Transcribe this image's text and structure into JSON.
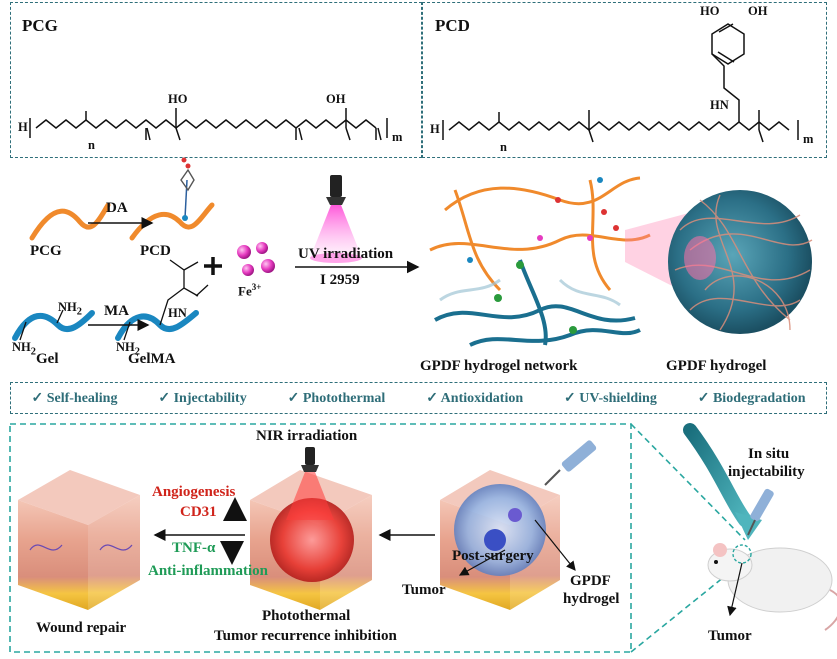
{
  "top": {
    "pcg_title": "PCG",
    "pcd_title": "PCD"
  },
  "chem": {
    "oh": "OH",
    "ho": "HO",
    "ho2": "HO",
    "h": "H",
    "n": "n",
    "m": "m",
    "hn": "HN"
  },
  "scheme": {
    "pcg": "PCG",
    "pcd": "PCD",
    "da": "DA",
    "gel": "Gel",
    "gelma": "GelMA",
    "ma": "MA",
    "nh2": "NH",
    "fe": "Fe",
    "fe_sup": "3+",
    "uv": "UV irradiation",
    "initiator": "I 2959",
    "network": "GPDF hydrogel network",
    "hydrogel": "GPDF hydrogel"
  },
  "properties": [
    "Self-healing",
    "Injectability",
    "Photothermal",
    "Antioxidation",
    "UV-shielding",
    "Biodegradation"
  ],
  "bottom": {
    "nir": "NIR irradiation",
    "angiogenesis": "Angiogenesis",
    "cd31": "CD31",
    "tnf": "TNF-α",
    "anti": "Anti-inflammation",
    "wound": "Wound repair",
    "photothermal": "Photothermal",
    "recurrence": "Tumor recurrence inhibition",
    "post": "Post-surgery",
    "tumor": "Tumor",
    "gpdf1": "GPDF",
    "gpdf2": "hydrogel",
    "insitu1": "In situ",
    "insitu2": "injectability",
    "tumor2": "Tumor"
  },
  "colors": {
    "teal": "#2e6d78",
    "orange": "#f08a2c",
    "blue": "#1a87c0",
    "magenta": "#e63bc0",
    "red": "#d0241b",
    "green": "#1f9b57"
  }
}
